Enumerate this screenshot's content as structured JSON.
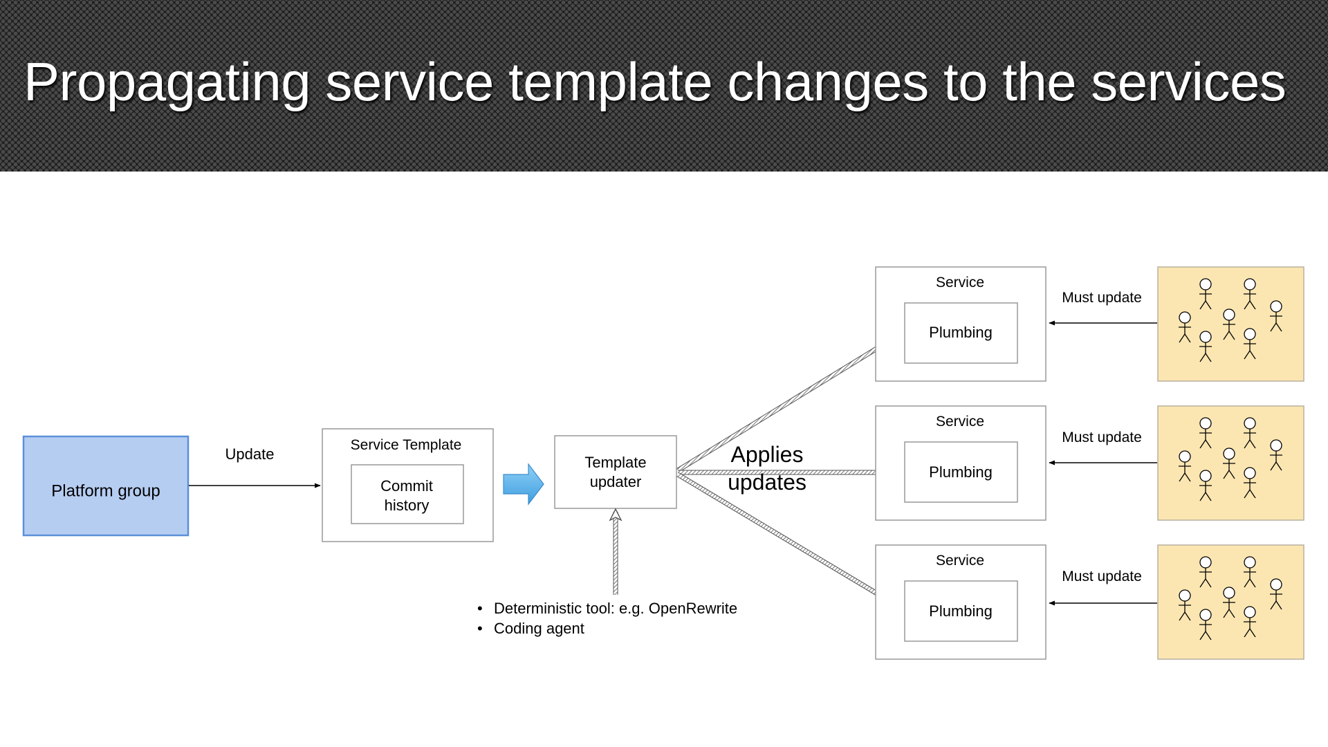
{
  "slide": {
    "title": "Propagating service template changes to the services"
  },
  "diagram": {
    "platform_group": {
      "label": "Platform group"
    },
    "update_label": "Update",
    "service_template": {
      "label": "Service Template",
      "inner": [
        "Commit",
        "history"
      ]
    },
    "template_updater": {
      "lines": [
        "Template",
        "updater"
      ]
    },
    "applies_updates": [
      "Applies",
      "updates"
    ],
    "tools": [
      "Deterministic tool: e.g. OpenRewrite",
      "Coding agent"
    ],
    "tool_bullet": "•",
    "services": [
      {
        "label": "Service",
        "inner": "Plumbing",
        "must_update": "Must update"
      },
      {
        "label": "Service",
        "inner": "Plumbing",
        "must_update": "Must update"
      },
      {
        "label": "Service",
        "inner": "Plumbing",
        "must_update": "Must update"
      }
    ],
    "team_icon": "stick-figure-icon",
    "colors": {
      "platform_fill": "#b6cdf2",
      "platform_stroke": "#5b8fd9",
      "team_fill": "#fbe6b2",
      "team_stroke": "#b8b0a0",
      "arrow_blue": "#5ab2ea"
    }
  }
}
